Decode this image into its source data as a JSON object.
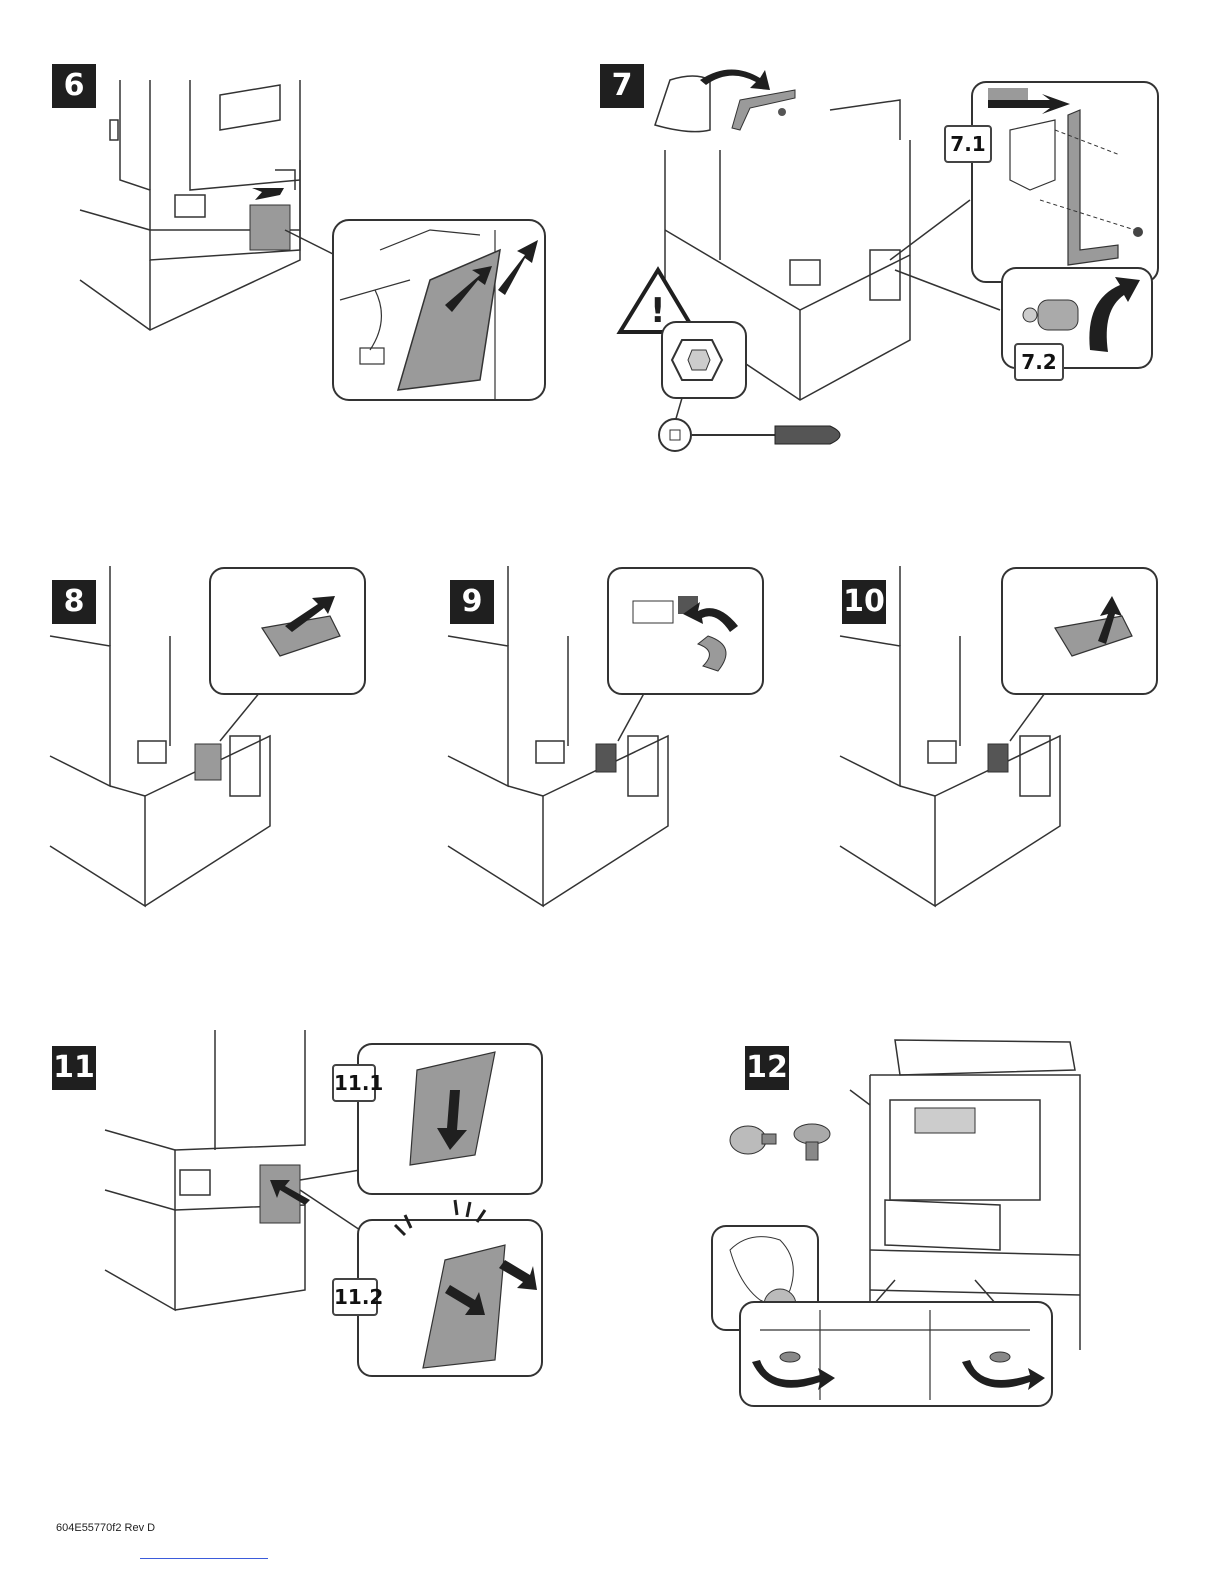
{
  "steps": {
    "s6": "6",
    "s7": "7",
    "s7_1": "7.1",
    "s7_2": "7.2",
    "s8": "8",
    "s9": "9",
    "s10": "10",
    "s11": "11",
    "s11_1": "11.1",
    "s11_2": "11.2",
    "s12": "12"
  },
  "footer": {
    "doc_code": "604E55770f2 Rev D"
  },
  "colors": {
    "ink": "#1f1f1f",
    "panel_gray": "#9a9a9a",
    "line": "#333333",
    "link": "#3b5bdb"
  },
  "icons": [
    "warning-triangle-icon",
    "socket-icon",
    "screwdriver-icon",
    "screw-icon",
    "bag-icon",
    "bracket-icon",
    "rotate-arrow-icon",
    "push-arrow-icon",
    "thumbscrew-icon"
  ]
}
